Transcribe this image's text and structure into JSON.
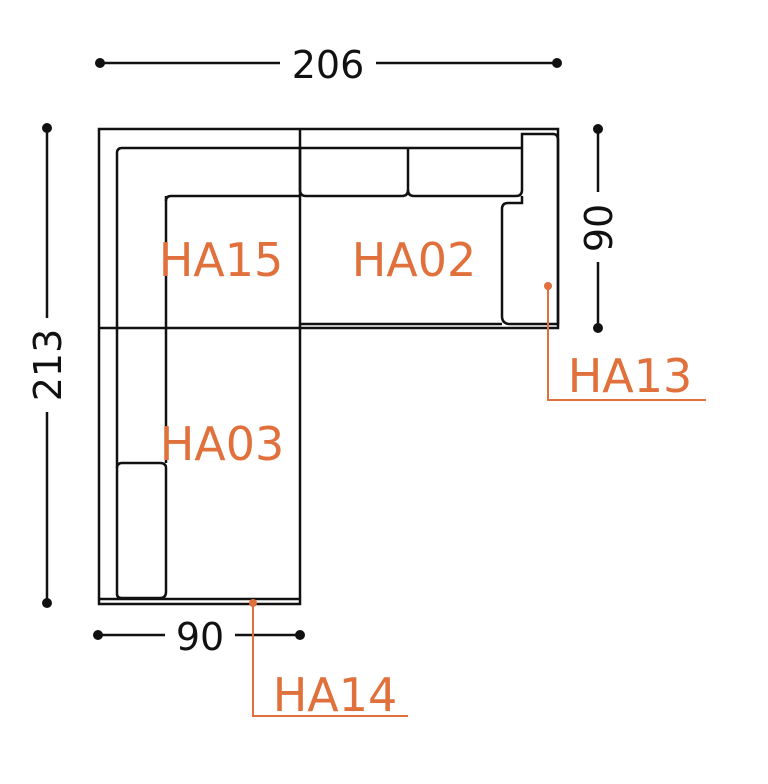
{
  "dimensions": {
    "total_width": "206",
    "total_depth": "213",
    "right_depth": "90",
    "bottom_width": "90"
  },
  "modules": {
    "corner": "HA15",
    "middle": "HA02",
    "left_arm_end": "HA13",
    "chaise": "HA03",
    "bottom_end": "HA14"
  },
  "colors": {
    "label": "#e0703c",
    "line": "#111111"
  }
}
